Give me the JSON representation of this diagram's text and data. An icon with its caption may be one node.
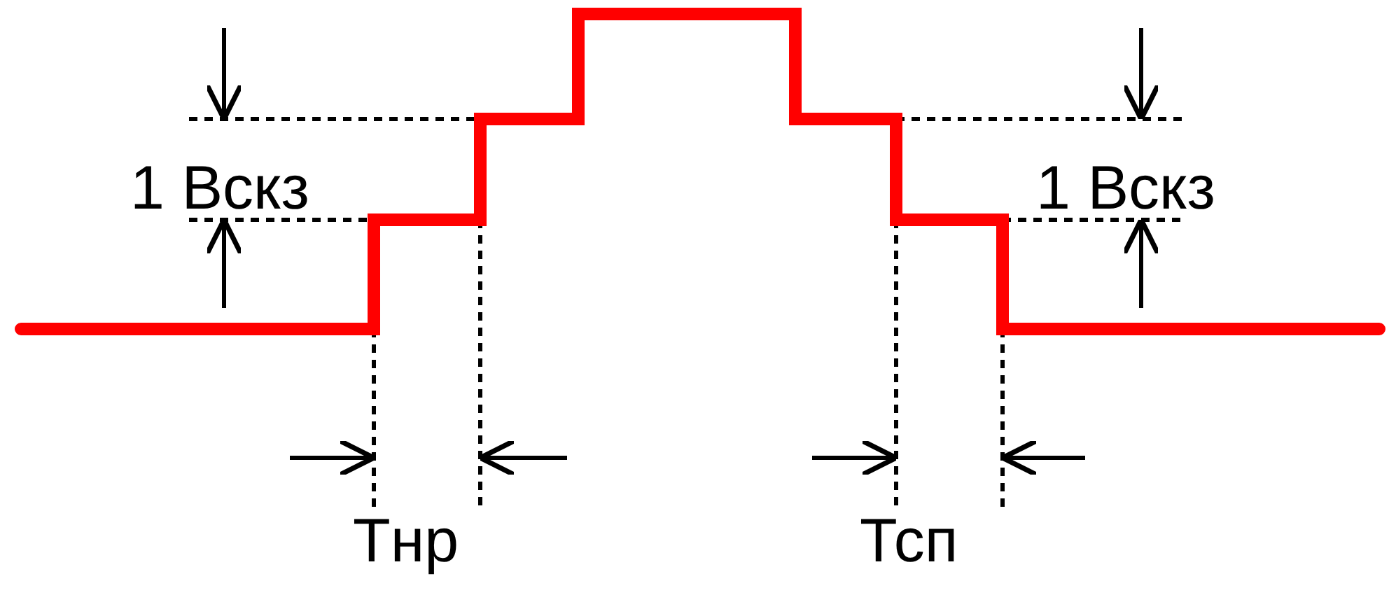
{
  "diagram": {
    "labels": [
      "1 Вскз",
      "1 Вскз",
      "Тнр",
      "Тсп"
    ]
  }
}
